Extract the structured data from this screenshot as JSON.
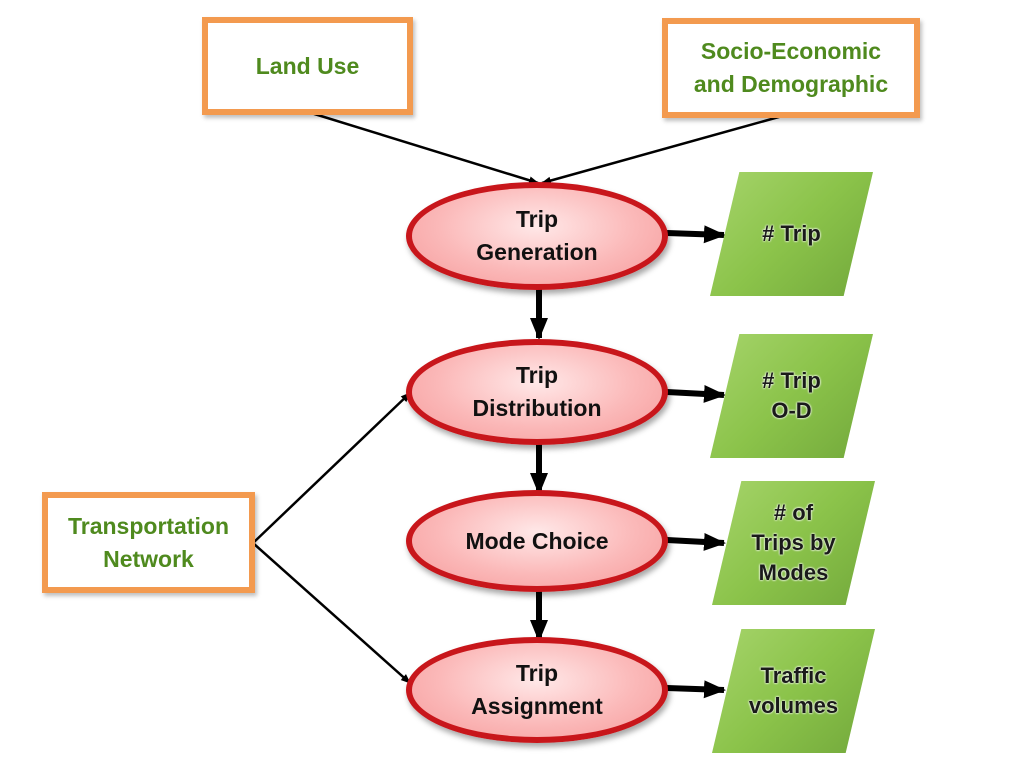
{
  "inputs": {
    "land_use": "Land Use",
    "socio_economic": "Socio-Economic\nand Demographic",
    "transportation_network": "Transportation\nNetwork"
  },
  "stages": {
    "trip_generation": "Trip\nGeneration",
    "trip_distribution": "Trip\nDistribution",
    "mode_choice": "Mode Choice",
    "trip_assignment": "Trip\nAssignment"
  },
  "outputs": {
    "trip_generation": "# Trip",
    "trip_distribution": "# Trip\nO-D",
    "mode_choice": "# of\nTrips by\nModes",
    "trip_assignment": "Traffic\nvolumes"
  },
  "colors": {
    "input_border": "#f39a4f",
    "input_text": "#4f8a1e",
    "stage_border": "#c8161b",
    "stage_fill": "#fbb9b9",
    "output_fill": "#8bc34a"
  }
}
